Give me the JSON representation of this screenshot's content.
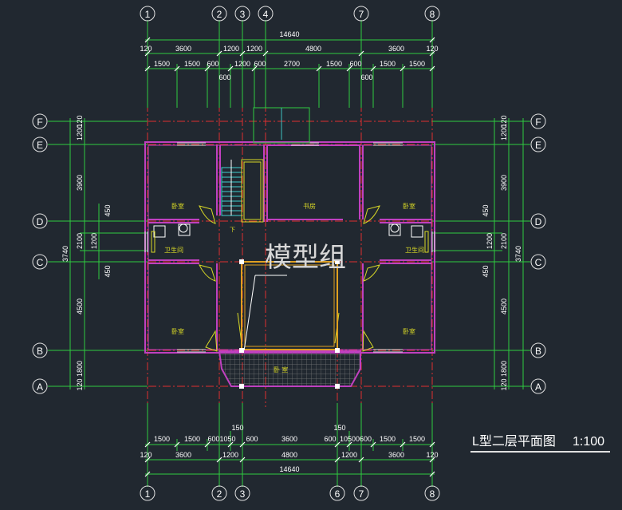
{
  "title": {
    "name": "L型二层平面图",
    "scale": "1:100"
  },
  "watermark": "模型组",
  "axes": {
    "top": [
      "1",
      "2",
      "3",
      "4",
      "7",
      "8"
    ],
    "bottom": [
      "1",
      "2",
      "3",
      "6",
      "7",
      "8"
    ],
    "left": [
      "F",
      "E",
      "D",
      "C",
      "B",
      "A"
    ],
    "right": [
      "F",
      "E",
      "D",
      "C",
      "B",
      "A"
    ]
  },
  "rooms": {
    "bedroom_nw": "卧室",
    "study": "书房",
    "bedroom_ne": "卧室",
    "bath_w": "卫生间",
    "bath_e": "卫生间",
    "bedroom_sw": "卧室",
    "bedroom_se": "卧室",
    "balcony": "卧 室"
  },
  "dims_top": {
    "total": "14640",
    "row2": [
      "120",
      "3600",
      "1200",
      "1200",
      "4800",
      "3600",
      "120"
    ],
    "row3": [
      "1500",
      "1500",
      "600",
      "1200",
      "600",
      "2700",
      "1500",
      "600",
      "1500",
      "1500"
    ],
    "row4": [
      "600",
      "600"
    ]
  },
  "dims_bottom": {
    "top_small": [
      "150",
      "150"
    ],
    "row1": [
      "1500",
      "1500",
      "6001050",
      "600",
      "3600",
      "600",
      "10500600",
      "1500",
      "1500"
    ],
    "row2": [
      "120",
      "3600",
      "1200",
      "4800",
      "1200",
      "3600",
      "120"
    ],
    "total": "14640"
  },
  "dims_left": {
    "outer": [
      "3740"
    ],
    "mid": [
      "120",
      "1200",
      "3900",
      "2100",
      "4500",
      "1800",
      "120"
    ],
    "inner": [
      "450",
      "1200",
      "450"
    ]
  },
  "dims_right": {
    "outer": [
      "3740"
    ],
    "mid": [
      "120",
      "1200",
      "3900",
      "2100",
      "4500",
      "1800",
      "120"
    ],
    "inner": [
      "450",
      "1200",
      "450"
    ]
  }
}
